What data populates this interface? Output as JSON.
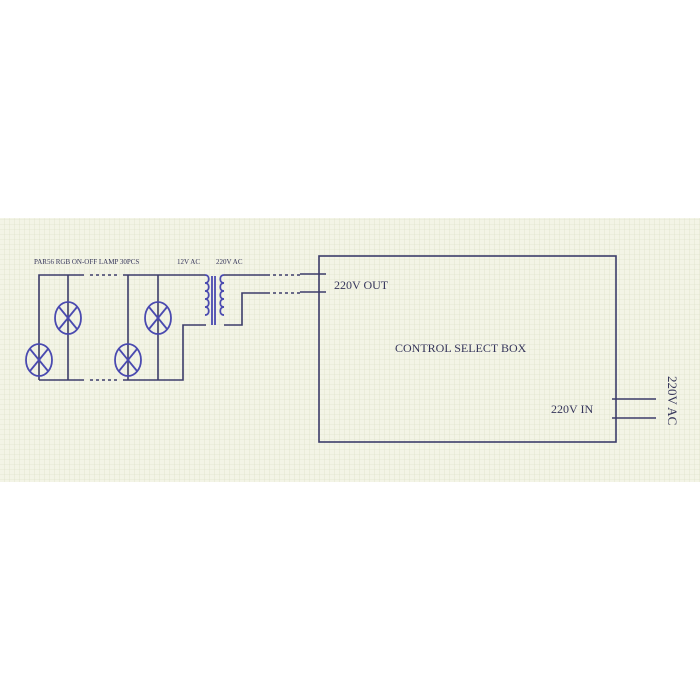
{
  "diagram": {
    "lamp_label": "PAR56 RGB ON-OFF LAMP 30PCS",
    "secondary_label": "12V AC",
    "primary_label": "220V AC",
    "box_title": "CONTROL SELECT BOX",
    "out_label": "220V OUT",
    "in_label": "220V IN",
    "supply_label": "220V AC",
    "colors": {
      "grid_bg": "#f2f3e4",
      "wire": "#3c3c6a",
      "lamp": "#4a4ab0"
    }
  }
}
